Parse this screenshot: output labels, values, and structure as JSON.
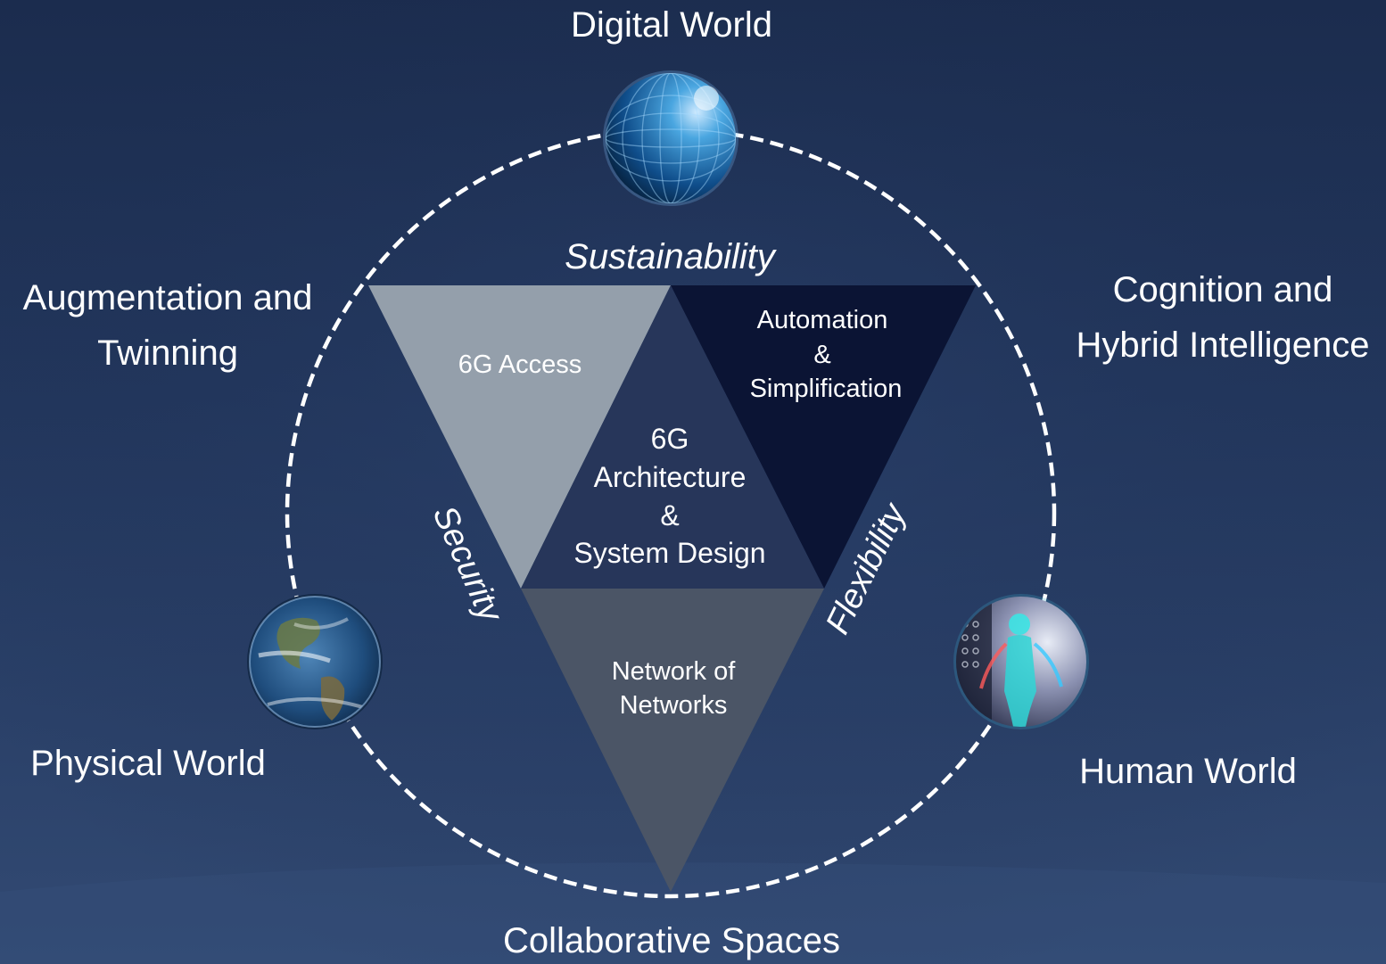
{
  "worlds": {
    "digital": "Digital World",
    "physical": "Physical World",
    "human": "Human World",
    "collaborative": "Collaborative Spaces"
  },
  "themes": {
    "augmentation": [
      "Augmentation and",
      "Twinning"
    ],
    "cognition": [
      "Cognition and",
      "Hybrid Intelligence"
    ]
  },
  "qualities": {
    "sustainability": "Sustainability",
    "security": "Security",
    "flexibility": "Flexibility"
  },
  "blocks": {
    "access": "6G Access",
    "automation": [
      "Automation",
      "&",
      "Simplification"
    ],
    "architecture": [
      "6G",
      "Architecture",
      "&",
      "System Design"
    ],
    "networks": [
      "Network of",
      "Networks"
    ]
  },
  "colors": {
    "background": "#22365c",
    "access": "#949fab",
    "automation": "#0b1434",
    "architecture": "#27365a",
    "networks": "#4b5566",
    "ring": "#ffffff"
  },
  "icons": {
    "digital": "digital-binary-globe-icon",
    "physical": "earth-globe-icon",
    "human": "human-figure-orb-icon"
  }
}
